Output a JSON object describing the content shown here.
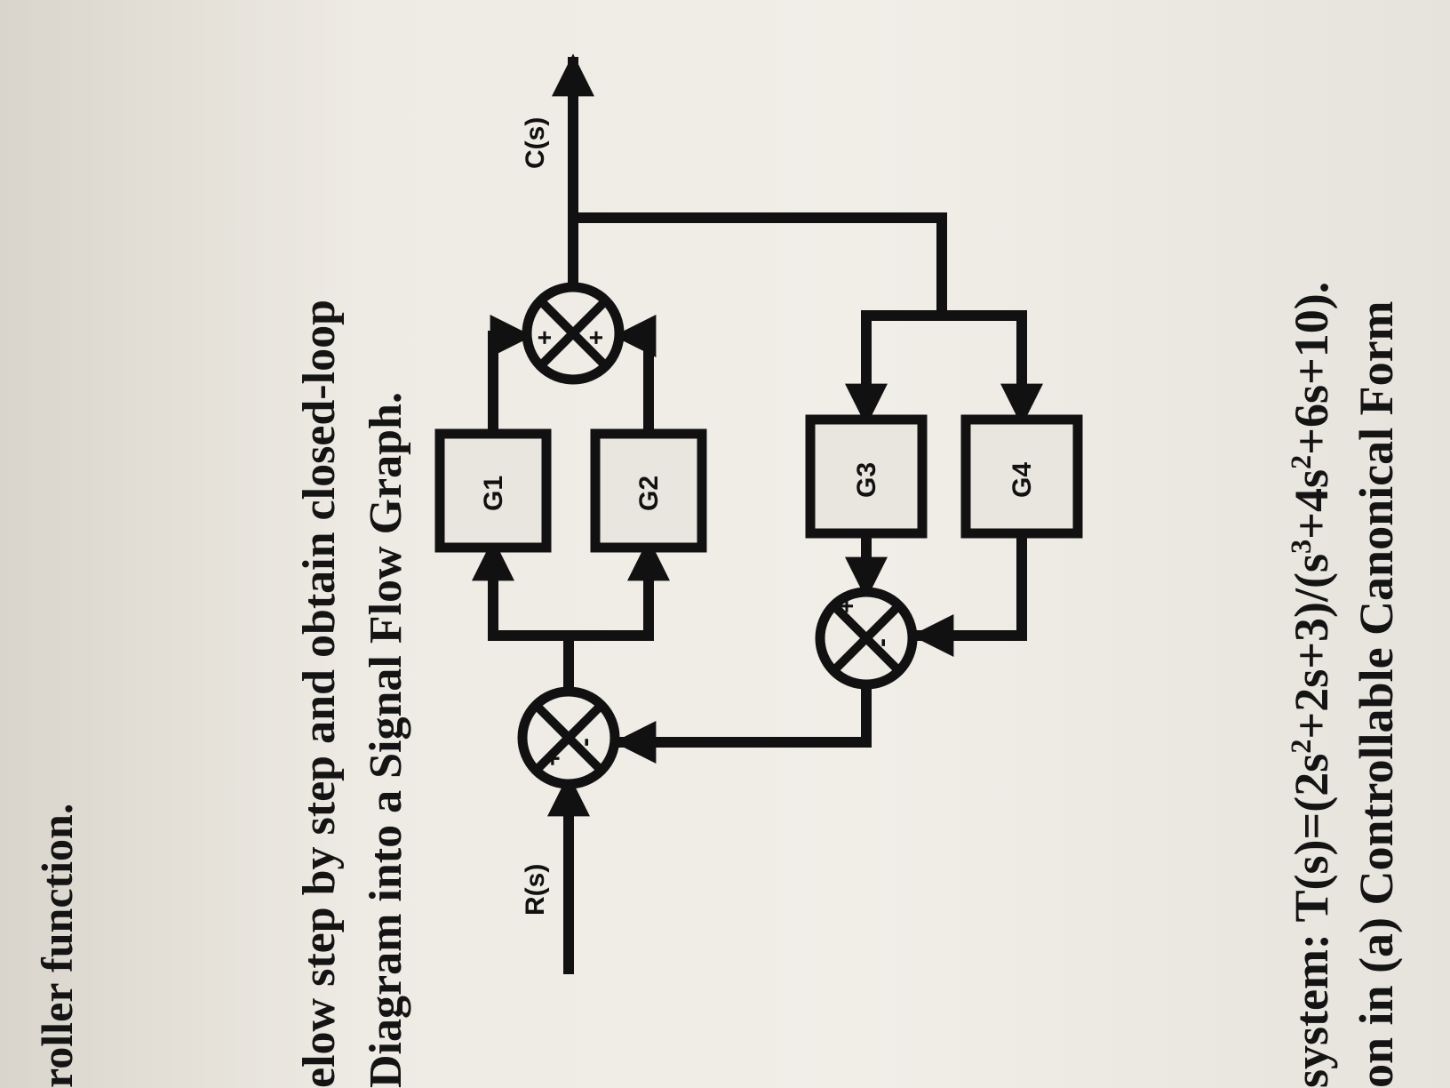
{
  "text": {
    "top_fragment": "roller function.",
    "instr_line1": "elow step by step and obtain closed-loop",
    "instr_line2": "Diagram into a Signal Flow Graph.",
    "system_prefix": "system: T(s)=(2s",
    "system_p1": "+2s+3)/(s",
    "system_p2": "+4s",
    "system_p3": "+6s+10).",
    "exp2": "2",
    "exp3": "3",
    "canonical_line": "on in (a) Controllable Canonical Form"
  },
  "diagram": {
    "input_label": "R(s)",
    "output_label": "C(s)",
    "blocks": {
      "g1": "G1",
      "g2": "G2",
      "g3": "G3",
      "g4": "G4"
    },
    "signs": {
      "sum1_in": "+",
      "sum1_fb": "-",
      "sum2_a": "+",
      "sum2_b": "+",
      "sum3_a": "+",
      "sum3_b": "-"
    }
  }
}
